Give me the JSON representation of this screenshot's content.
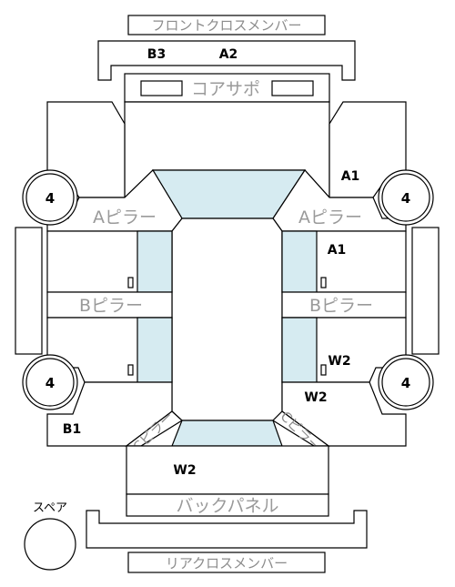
{
  "labels": {
    "front_cross_member": "フロントクロスメンバー",
    "core_support": "コアサポ",
    "a_pillar_left": "Aピラー",
    "a_pillar_right": "Aピラー",
    "b_pillar_left": "Bピラー",
    "b_pillar_right": "Bピラー",
    "c_pillar_left": "Cピラー",
    "c_pillar_right": "Cピラー",
    "back_panel": "バックパネル",
    "rear_cross_member": "リアクロスメンバー",
    "spare": "スペア"
  },
  "codes": {
    "front_cross_b3": "B3",
    "front_cross_a2": "A2",
    "right_fender": "A1",
    "right_front_door": "A1",
    "right_rear_door": "W2",
    "right_rear_fender": "W2",
    "left_rear_fender": "B1",
    "trunk": "W2"
  },
  "wheels": {
    "front_left": "4",
    "front_right": "4",
    "rear_left": "4",
    "rear_right": "4"
  },
  "colors": {
    "glass": "#d6ebf1",
    "outline": "#000000",
    "label_grey": "#9a9a9a"
  }
}
